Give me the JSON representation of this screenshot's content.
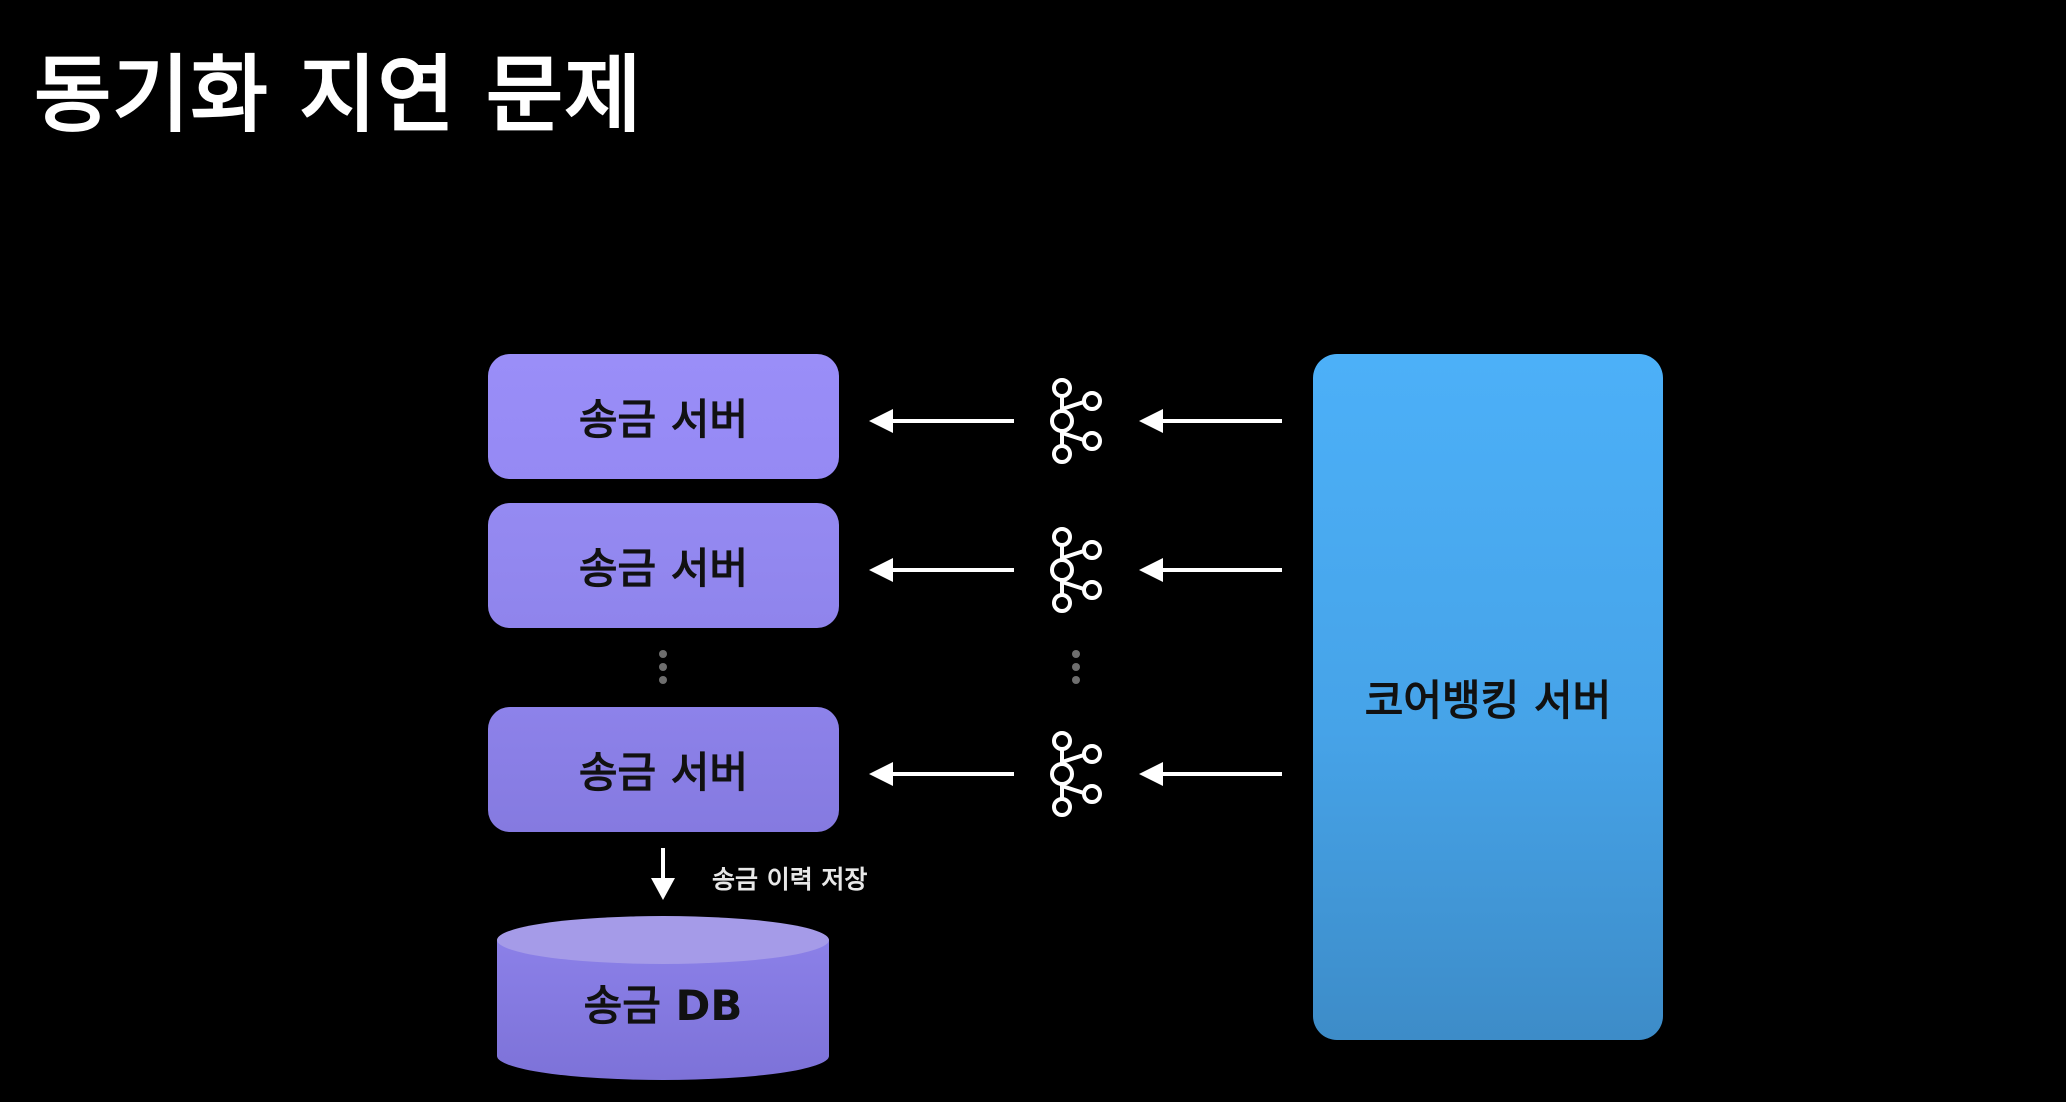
{
  "title": "동기화 지연 문제",
  "remit_servers": [
    {
      "label": "송금 서버"
    },
    {
      "label": "송금 서버"
    },
    {
      "label": "송금 서버"
    }
  ],
  "core_banking": {
    "label": "코어뱅킹 서버"
  },
  "db": {
    "label": "송금 DB",
    "caption": "송금 이력 저장"
  },
  "icons": {
    "broker": "kafka-icon",
    "ellipsis": "vertical-ellipsis-icon",
    "arrow": "arrow-left-icon"
  },
  "colors": {
    "background": "#000000",
    "remit_server": "#9589f4",
    "core_banking": "#4aabf3",
    "db": "#8a7fe6",
    "arrow": "#ffffff"
  }
}
